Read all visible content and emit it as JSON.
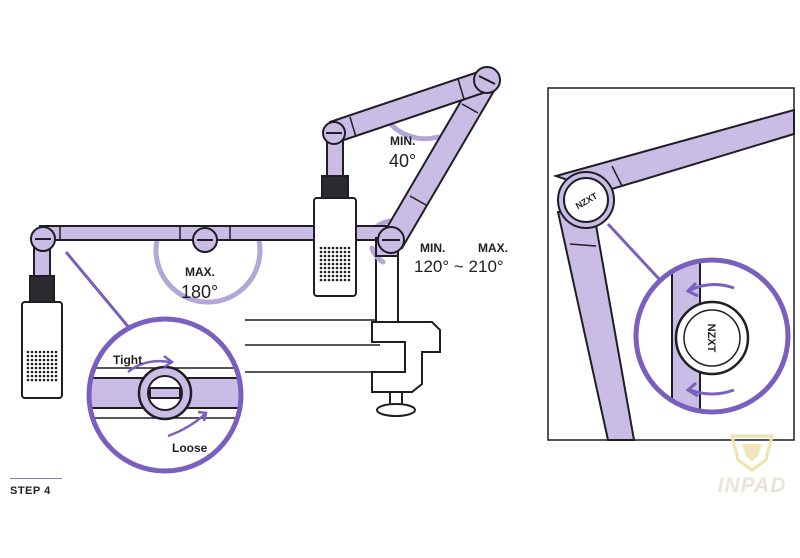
{
  "angles": {
    "main_max": {
      "prefix": "MAX.",
      "value": "180°"
    },
    "upper_min": {
      "prefix": "MIN.",
      "value": "40°"
    },
    "base_range": {
      "min_prefix": "MIN.",
      "max_prefix": "MAX.",
      "value": "120° ~ 210°"
    }
  },
  "knob_detail": {
    "tight": "Tight",
    "loose": "Loose"
  },
  "joint_detail": {
    "logo": "NZXT"
  },
  "step": {
    "label": "STEP 4"
  },
  "watermark": {
    "text": "INPAD"
  },
  "colors": {
    "arm": "#c9bde6",
    "accent": "#7a5fbf",
    "line": "#1e1e24",
    "guide": "#a99bd2"
  }
}
